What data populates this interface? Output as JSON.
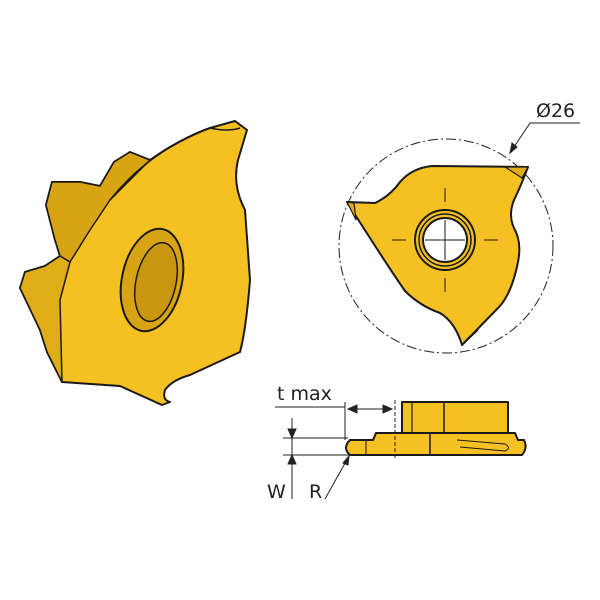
{
  "labels": {
    "diameter": "Ø26",
    "t_max": "t max",
    "width": "W",
    "radius": "R"
  },
  "colors": {
    "insert_fill": "#f5c021",
    "insert_shade": "#d9a414",
    "outline": "#1a1a1a"
  }
}
